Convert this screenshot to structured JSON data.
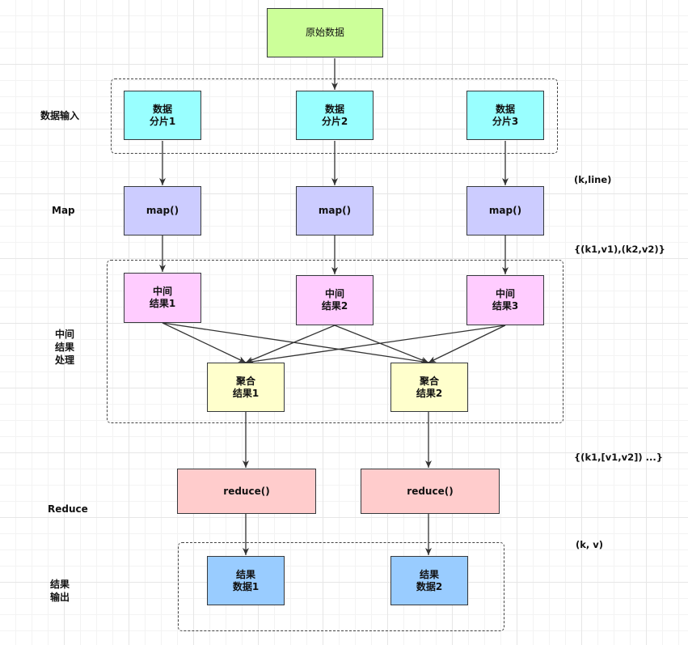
{
  "nodes": {
    "source": "原始数据",
    "split1": "数据\n分片1",
    "split2": "数据\n分片2",
    "split3": "数据\n分片3",
    "map1": "map()",
    "map2": "map()",
    "map3": "map()",
    "inter1": "中间\n结果1",
    "inter2": "中间\n结果2",
    "inter3": "中间\n结果3",
    "agg1": "聚合\n结果1",
    "agg2": "聚合\n结果2",
    "reduce1": "reduce()",
    "reduce2": "reduce()",
    "out1": "结果\n数据1",
    "out2": "结果\n数据2"
  },
  "stages": {
    "input": "数据输入",
    "map": "Map",
    "intermediate": "中间\n结果\n处理",
    "reduce": "Reduce",
    "output": "结果\n输出"
  },
  "annotations": {
    "kline": "(k,line)",
    "kv_pairs": "{(k1,v1),(k2,v2)}",
    "grouped": "{(k1,[v1,v2]) ...}",
    "kv": "(k,  v)"
  },
  "colors": {
    "source": "#ccff99",
    "split": "#99ffff",
    "map": "#ccccff",
    "intermediate": "#ffccff",
    "aggregate": "#ffffcc",
    "reduce": "#ffcccc",
    "output": "#99ccff"
  }
}
